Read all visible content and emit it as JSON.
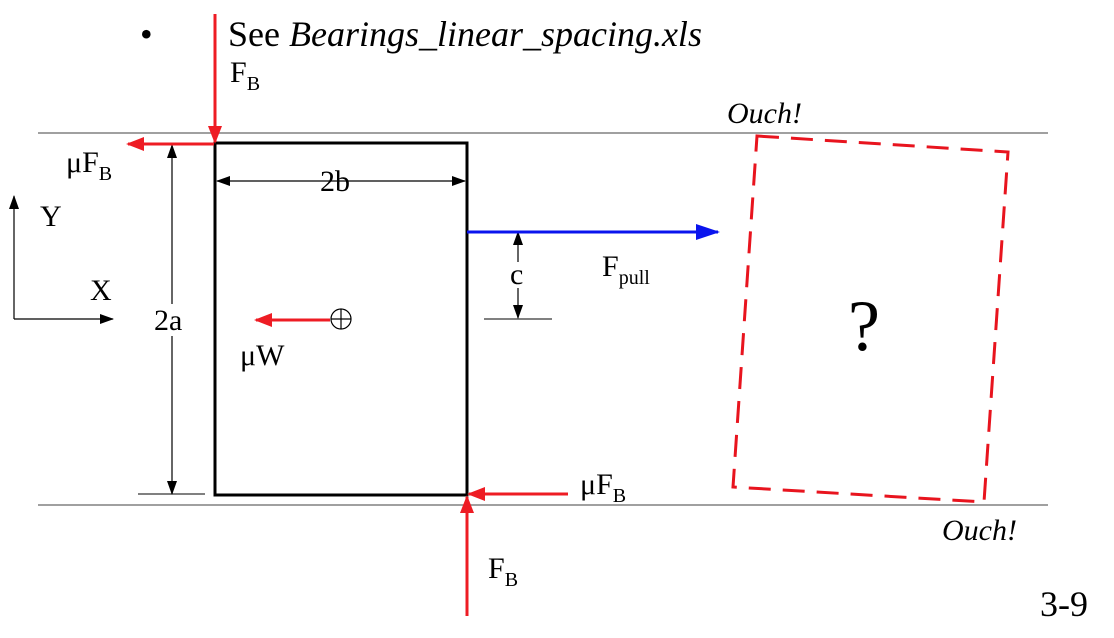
{
  "bullet": "•",
  "heading_prefix": "See ",
  "heading_file": "Bearings_linear_spacing.xls",
  "ouch_top": "Ouch!",
  "ouch_bottom": "Ouch!",
  "question_mark": "?",
  "slide_number": "3-9",
  "axes": {
    "y_label": "Y",
    "x_label": "X"
  },
  "dims": {
    "width_label": "2b",
    "height_label": "2a",
    "offset_label": "c"
  },
  "forces": {
    "f_main": "F",
    "f_sub": "B",
    "mu_main": "μF",
    "mu_sub": "B",
    "muw": "μW",
    "pull_main": "F",
    "pull_sub": "pull"
  },
  "colors": {
    "force_red": "#ee1c24",
    "pull_blue": "#0a14ee",
    "dashed_red": "#e8141e",
    "rail_gray": "#808080",
    "outline": "#000000"
  }
}
